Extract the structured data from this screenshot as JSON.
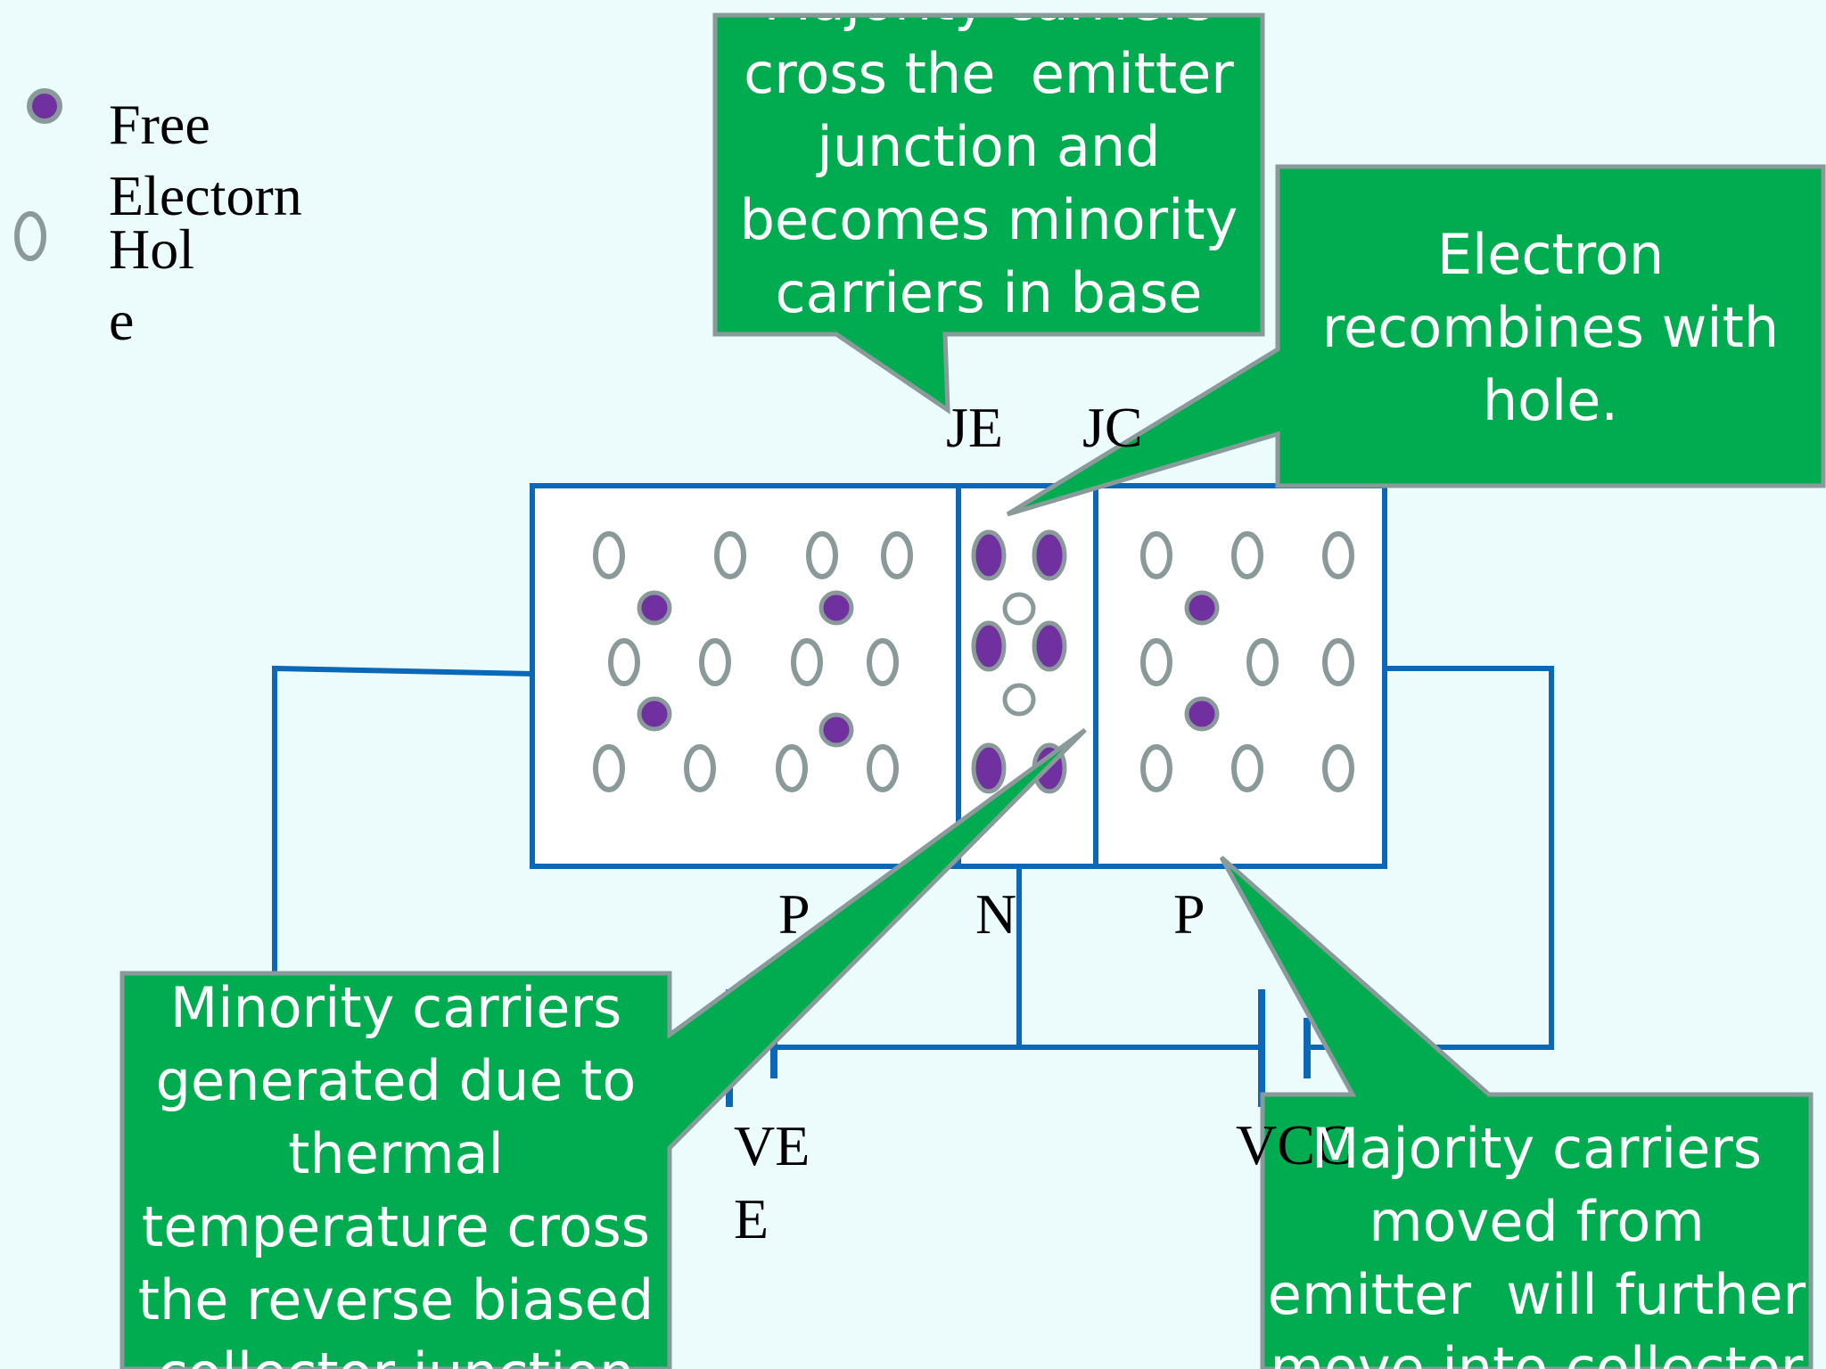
{
  "legend": {
    "free_electron": "Free\nElectorn",
    "hole": "Hol\ne"
  },
  "labels": {
    "je": "JE",
    "jc": "JC",
    "p_left": "P",
    "n_mid": "N",
    "p_right": "P",
    "ve": "VE\nE",
    "vcc": "VCC"
  },
  "callouts": {
    "top": "Majority carriers\ncross the  emitter\njunction and\nbecomes minority\ncarriers in base",
    "right": "Electron\nrecombines with\nhole.",
    "bottom_left": "Minority carriers\ngenerated due to\nthermal\ntemperature cross\nthe reverse biased\ncollector junction",
    "bottom_right": "Majority carriers\nmoved from\nemitter  will further\nmove into collector"
  },
  "colors": {
    "background": "#ecfbfb",
    "callout_fill": "#00ac4f",
    "callout_border": "#8a9a9a",
    "wire": "#0b67b8",
    "electron": "#7030a0",
    "carrier_outline": "#8a9a9a"
  }
}
